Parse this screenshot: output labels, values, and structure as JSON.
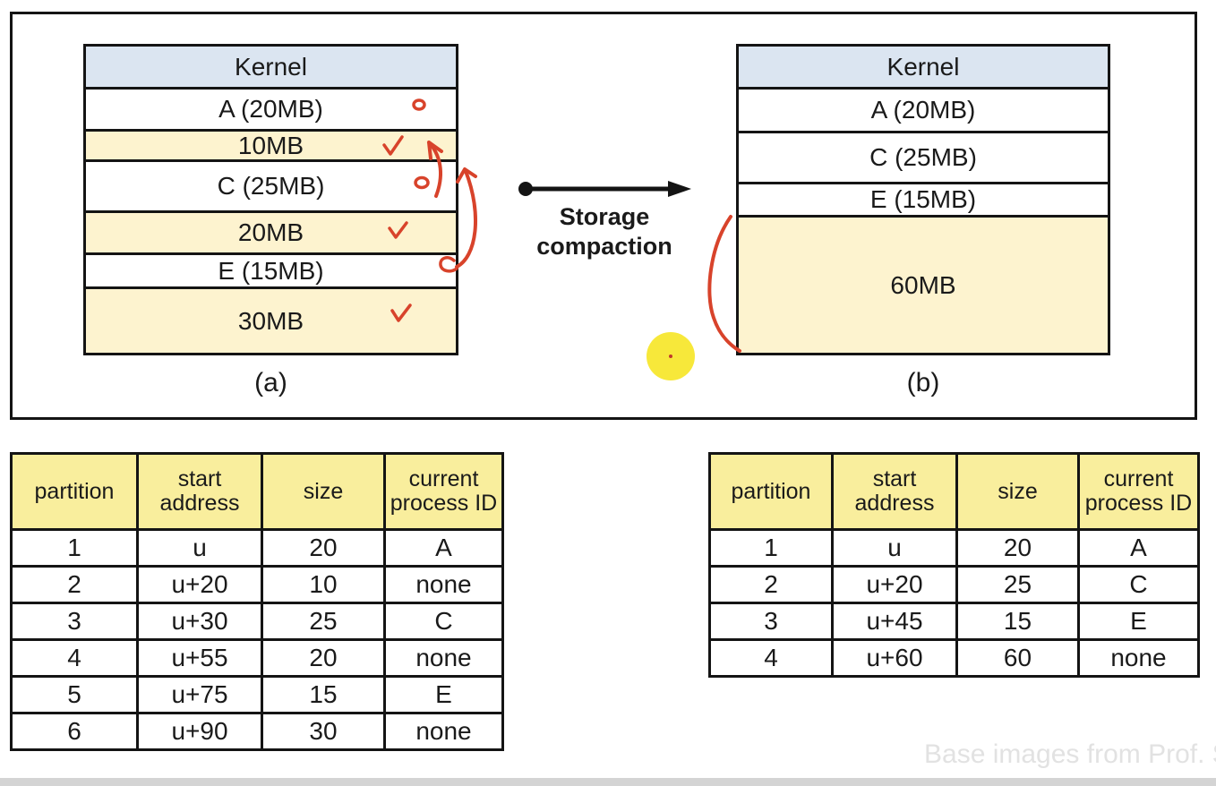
{
  "memory_diagrams": {
    "before": {
      "label": "(a)",
      "blocks": [
        {
          "text": "Kernel",
          "type": "kernel"
        },
        {
          "text": "A (20MB)",
          "type": "process"
        },
        {
          "text": "10MB",
          "type": "free"
        },
        {
          "text": "C (25MB)",
          "type": "process"
        },
        {
          "text": "20MB",
          "type": "free"
        },
        {
          "text": "E (15MB)",
          "type": "process"
        },
        {
          "text": "30MB",
          "type": "free"
        }
      ]
    },
    "after": {
      "label": "(b)",
      "blocks": [
        {
          "text": "Kernel",
          "type": "kernel"
        },
        {
          "text": "A (20MB)",
          "type": "process"
        },
        {
          "text": "C (25MB)",
          "type": "process"
        },
        {
          "text": "E (15MB)",
          "type": "process"
        },
        {
          "text": "60MB",
          "type": "free"
        }
      ]
    },
    "transition_label": [
      "Storage",
      "compaction"
    ]
  },
  "partition_tables": {
    "headers": [
      "partition",
      "start address",
      "size",
      "current process ID"
    ],
    "before_rows": [
      [
        "1",
        "u",
        "20",
        "A"
      ],
      [
        "2",
        "u+20",
        "10",
        "none"
      ],
      [
        "3",
        "u+30",
        "25",
        "C"
      ],
      [
        "4",
        "u+55",
        "20",
        "none"
      ],
      [
        "5",
        "u+75",
        "15",
        "E"
      ],
      [
        "6",
        "u+90",
        "30",
        "none"
      ]
    ],
    "after_rows": [
      [
        "1",
        "u",
        "20",
        "A"
      ],
      [
        "2",
        "u+20",
        "25",
        "C"
      ],
      [
        "3",
        "u+45",
        "15",
        "E"
      ],
      [
        "4",
        "u+60",
        "60",
        "none"
      ]
    ]
  },
  "annotations": {
    "red_marks": [
      "circle-on-A",
      "check-on-10MB",
      "arrow-C-to-10MB",
      "circle-on-C",
      "check-on-20MB",
      "arrow-E-upward",
      "loop-on-E",
      "check-on-30MB",
      "arc-on-60MB"
    ],
    "pointer": "yellow-laser-dot"
  },
  "watermark": "Base images from Prof. S",
  "colors": {
    "kernel_fill": "#dbe5f1",
    "free_fill": "#fdf3cf",
    "table_header_fill": "#f9ee9d",
    "annotation_red": "#d8432b",
    "pointer_yellow": "#f7e83a"
  }
}
